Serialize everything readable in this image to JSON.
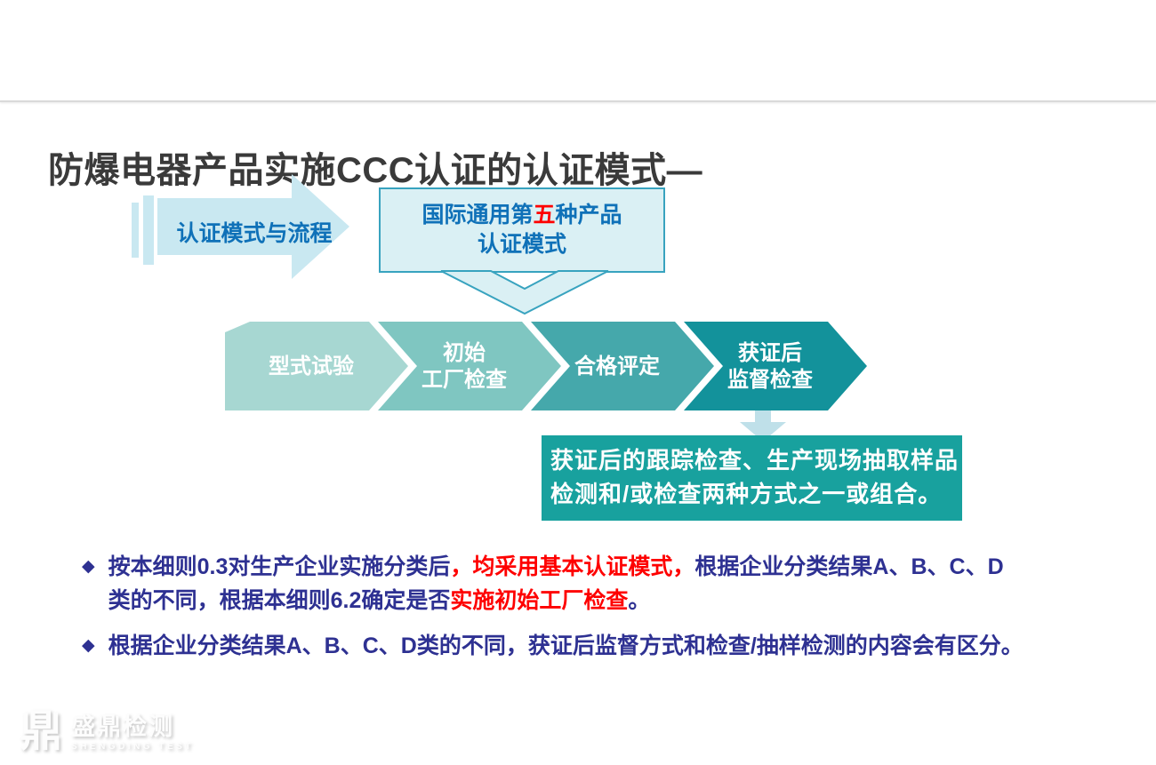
{
  "slide": {
    "title": "防爆电器产品实施CCC认证的认证模式—",
    "flow_arrow_label": "认证模式与流程",
    "callout": {
      "line1_pre": "国际通用第",
      "line1_red": "五",
      "line1_post": "种产品",
      "line2": "认证模式"
    },
    "steps": [
      {
        "line1": "型式试验",
        "line2": ""
      },
      {
        "line1": "初始",
        "line2": "工厂检查"
      },
      {
        "line1": "合格评定",
        "line2": ""
      },
      {
        "line1": "获证后",
        "line2": "监督检查"
      }
    ],
    "detail_box": {
      "line1": "获证后的跟踪检查、生产现场抽取样品",
      "line2": "检测和/或检查两种方式之一或组合。"
    },
    "bullets": [
      {
        "lines": [
          [
            {
              "text": "按本细则0.3对生产企业实施分类后",
              "red": false
            },
            {
              "text": "，均采用基本认证模式，",
              "red": true
            },
            {
              "text": "根据企业分类结果A、B、C、D",
              "red": false
            }
          ],
          [
            {
              "text": "类的不同，根据本细则6.2确定是否",
              "red": false
            },
            {
              "text": "实施初始工厂检查",
              "red": true
            },
            {
              "text": "。",
              "red": false
            }
          ]
        ]
      },
      {
        "lines": [
          [
            {
              "text": "根据企业分类结果A、B、C、D类的不同，获证后监督方式和检查/抽样检测的内容会有区分。",
              "red": false
            }
          ]
        ]
      }
    ],
    "logo": {
      "glyph": "鼎",
      "name": "盛鼎检测",
      "sub": "SHENGDING TEST"
    }
  },
  "colors": {
    "title": "#3a3a3a",
    "divider": "#dadada",
    "blue": "#0f71b8",
    "red": "#fe0000",
    "bullet_blue": "#2e3192",
    "arrow_fill": "#c9e8f1",
    "callout_fill": "#daf0f4",
    "callout_border": "#38a3bf",
    "step1": "#a7d7d2",
    "step2": "#7fc6c1",
    "step3": "#45a8ab",
    "step4": "#13929b",
    "detail_fill": "#18a19e",
    "connector": "#bfe0e9"
  }
}
